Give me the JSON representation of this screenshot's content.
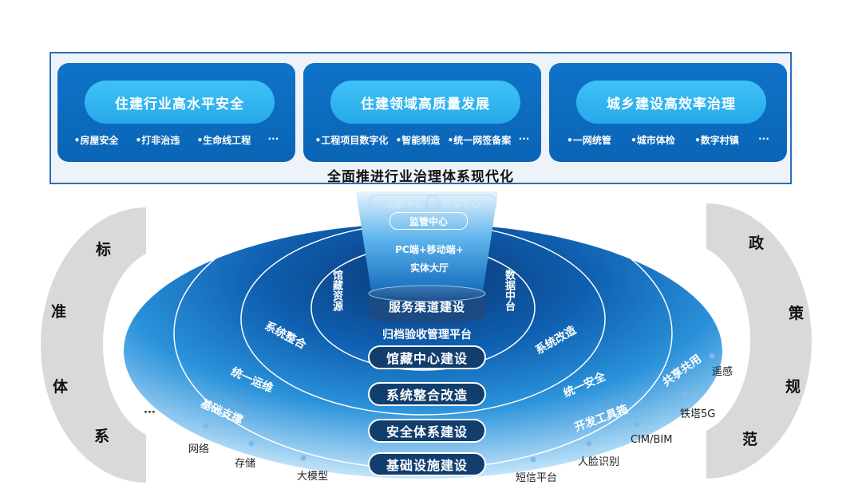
{
  "top": {
    "cards": [
      {
        "title": "住建行业高水平安全",
        "items": [
          "•房屋安全",
          "•打非治违",
          "•生命线工程",
          "···"
        ]
      },
      {
        "title": "住建领域高质量发展",
        "items": [
          "•工程项目数字化",
          "•智能制造",
          "•统一网签备案",
          "···"
        ]
      },
      {
        "title": "城乡建设高效率治理",
        "items": [
          "•一网统管",
          "•城市体检",
          "•数字村镇",
          "···"
        ]
      }
    ],
    "caption": "全面推进行业治理体系现代化"
  },
  "left_arc": [
    "标",
    "准",
    "体",
    "系"
  ],
  "right_arc": [
    "政",
    "策",
    "规",
    "范"
  ],
  "funnel": {
    "pills": [
      "决策中心",
      "办事中心",
      "监管中心"
    ],
    "channels": "PC端+移动端+",
    "hall": "实体大厅",
    "cylinder": "服务渠道建设"
  },
  "disc": {
    "left_vertical": "馆藏资源",
    "right_vertical": "数据中台",
    "archive_platform": "归档验收管理平台",
    "ring_labels": {
      "system_integration": "系统整合",
      "system_transform": "系统改造",
      "unified_ops": "统一运维",
      "unified_security": "统一安全",
      "infra_support": "基础支撑",
      "dev_toolbox": "开发工具箱",
      "shared_use": "共享共用"
    },
    "layers": [
      "馆藏中心建设",
      "系统整合改造",
      "安全体系建设",
      "基础设施建设"
    ]
  },
  "services_left": [
    "···",
    "网络",
    "存储",
    "大模型"
  ],
  "services_right": [
    "遥感",
    "铁塔5G",
    "CIM/BIM",
    "人脸识别",
    "短信平台"
  ],
  "colors": {
    "disc_outer": "#bfe2f8",
    "disc_mid": "#2a8fd8",
    "disc_inner": "#0b3e7c",
    "card_blue": "#0c6bbf",
    "pill_cyan": "#33b6f0",
    "layer_dark": "#123e6e",
    "arc_gray": "#d9d9d9"
  }
}
